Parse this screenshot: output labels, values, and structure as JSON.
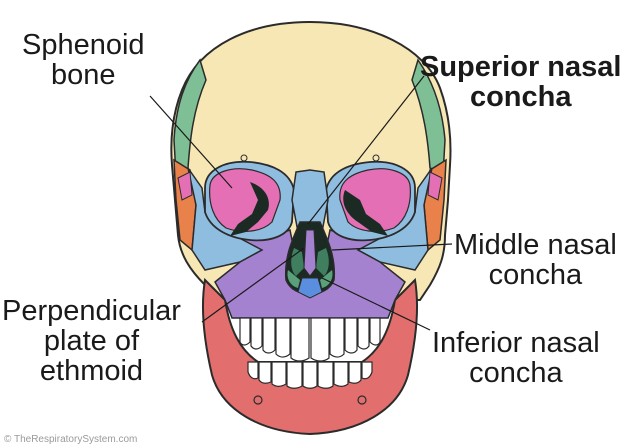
{
  "labels": {
    "sphenoid_bone": {
      "line1": "Sphenoid",
      "line2": "bone"
    },
    "superior_nasal_concha": {
      "line1": "Superior nasal",
      "line2": "concha"
    },
    "middle_nasal_concha": {
      "line1": "Middle nasal",
      "line2": "concha"
    },
    "perpendicular_plate": {
      "line1": "Perpendicular",
      "line2": "plate of",
      "line3": "ethmoid"
    },
    "inferior_nasal_concha": {
      "line1": "Inferior nasal",
      "line2": "concha"
    }
  },
  "watermark": "© TheRespiratorySystem.com",
  "colors": {
    "cranium": "#f7e7b4",
    "cranium_top": "#f9eec6",
    "sphenoid": "#7fbf95",
    "temporal": "#e8824a",
    "zygomatic": "#8fbde0",
    "orbit_pink": "#e56fb4",
    "maxilla": "#a582cf",
    "mandible": "#e26e6e",
    "nasal_bone": "#8fbde0",
    "turbinate_dark": "#1c2a24",
    "teeth": "#ffffff",
    "outline": "#2b2b2b"
  }
}
